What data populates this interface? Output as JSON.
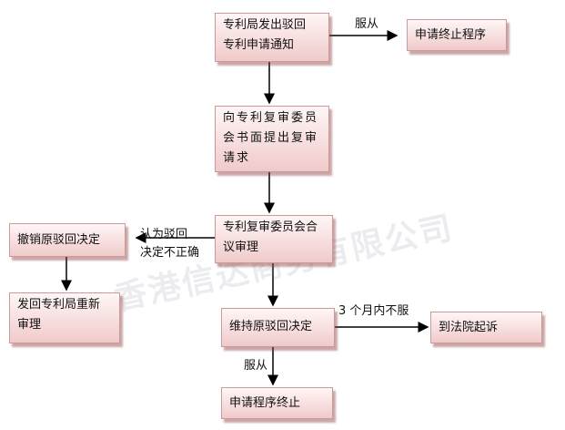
{
  "boxes": {
    "rejection_notice": "专利局发出驳回\n专利申请通知",
    "terminate_procedure_1": "申请终止程序",
    "request_reexamination": "向专利复审委员\n会书面提出复审\n请求",
    "board_review": "专利复审委员会合\n议审理",
    "revoke_rejection": "撤销原驳回决定",
    "return_for_reexam": "发回专利局重新\n审理",
    "maintain_rejection": "维持原驳回决定",
    "sue_in_court": "到法院起诉",
    "terminate_procedure_2": "申请程序终止"
  },
  "labels": {
    "accept_1": "服从",
    "deemed_incorrect": "认为驳回\n决定不正确",
    "within_3_months": "3 个月内不服",
    "accept_2": "服从"
  },
  "watermark": "香港信达商务有限公司",
  "colors": {
    "box_border": "#c99a9a",
    "box_fill": "#f7dede",
    "arrow": "#000000"
  }
}
